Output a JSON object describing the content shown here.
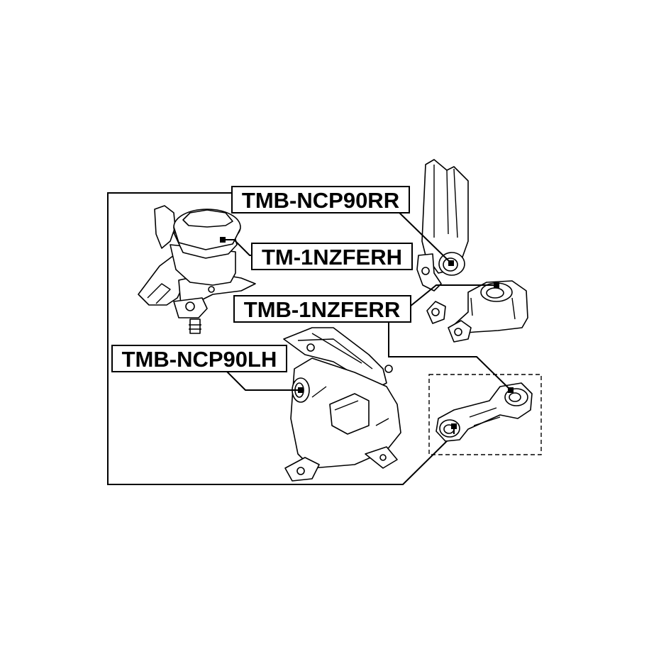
{
  "labels": {
    "rear_mount": "TMB-NCP90RR",
    "right_mount": "TM-1NZFERH",
    "rear_roll_mount": "TMB-1NZFERR",
    "left_mount": "TMB-NCP90LH"
  },
  "colors": {
    "ink": "#000000",
    "background": "#ffffff"
  }
}
